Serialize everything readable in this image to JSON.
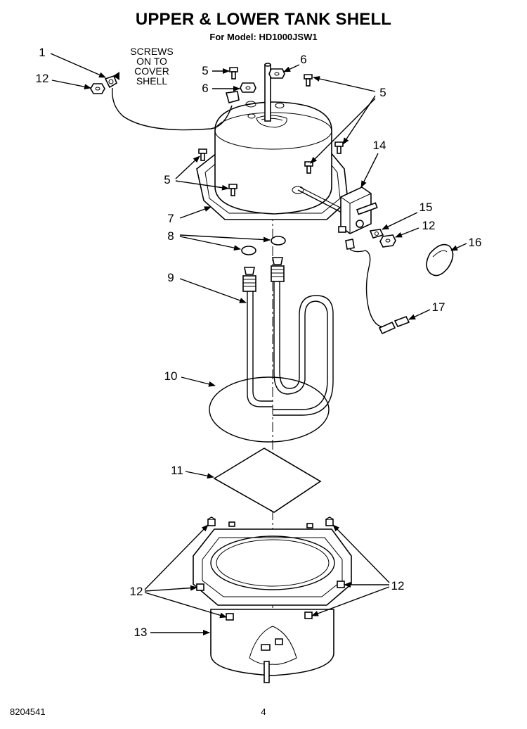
{
  "header": {
    "title": "UPPER & LOWER TANK SHELL",
    "subtitle": "For Model: HD1000JSW1"
  },
  "note": [
    "SCREWS",
    "ON TO",
    "COVER",
    "SHELL"
  ],
  "callouts": {
    "c1": "1",
    "c12a": "12",
    "c5a": "5",
    "c6a": "6",
    "c6b": "6",
    "c5b": "5",
    "c14": "14",
    "c5c": "5",
    "c7": "7",
    "c15": "15",
    "c12b": "12",
    "c16": "16",
    "c8": "8",
    "c9": "9",
    "c17": "17",
    "c10": "10",
    "c11": "11",
    "c12c": "12",
    "c12d": "12",
    "c13": "13"
  },
  "footer": {
    "doc_number": "8204541",
    "page_number": "4"
  }
}
